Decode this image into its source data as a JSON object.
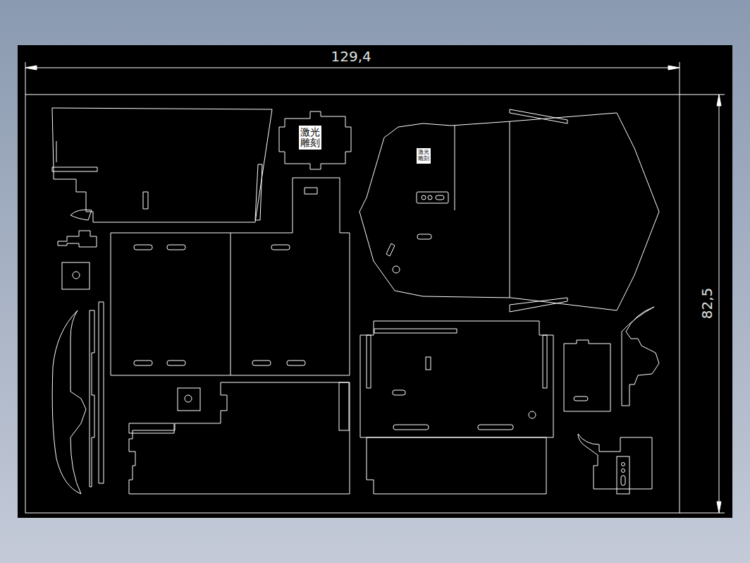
{
  "diagram": {
    "nodes": [
      {
        "text": [
          "激光雕刻"
        ]
      },
      {
        "text": [
          "激光雕刻"
        ]
      }
    ],
    "labels": [
      "129,4",
      "82,5"
    ]
  }
}
